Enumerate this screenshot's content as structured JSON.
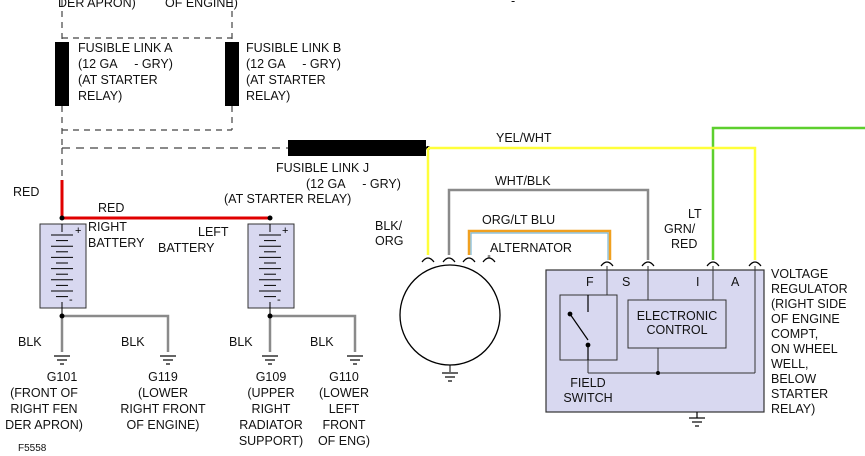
{
  "top_labels": {
    "left": "DER APRON)",
    "right": "OF ENGINE)",
    "dash": "-"
  },
  "fusible_link_a": {
    "lines": [
      "FUSIBLE LINK A",
      "(12 GA     - GRY)",
      "(AT STARTER",
      "RELAY)"
    ]
  },
  "fusible_link_b": {
    "lines": [
      "FUSIBLE LINK B",
      "(12 GA     - GRY)",
      "(AT STARTER",
      "RELAY)"
    ]
  },
  "fusible_link_j": {
    "lines": [
      "FUSIBLE LINK J",
      "(12 GA     - GRY)",
      "(AT STARTER RELAY)"
    ]
  },
  "wires": {
    "yel_wht": "YEL/WHT",
    "wht_blk": "WHT/BLK",
    "org_lt_blu": "ORG/LT BLU",
    "alternator": "ALTERNATOR",
    "lt_grn_red": [
      "LT",
      "GRN/",
      "RED"
    ],
    "blk_org": [
      "BLK/",
      "ORG"
    ],
    "red_vertical": "RED",
    "red_horizontal": "RED"
  },
  "batteries": {
    "right": [
      "RIGHT",
      "BATTERY"
    ],
    "left": [
      "LEFT",
      "BATTERY"
    ],
    "plus": "+",
    "minus": "-"
  },
  "grounds": [
    {
      "wire": "BLK",
      "id": "G101",
      "desc": [
        "(FRONT OF",
        "RIGHT FEN",
        "DER APRON)"
      ]
    },
    {
      "wire": "BLK",
      "id": "G119",
      "desc": [
        "(LOWER",
        "RIGHT FRONT",
        "OF ENGINE)"
      ]
    },
    {
      "wire": "BLK",
      "id": "G109",
      "desc": [
        "(UPPER",
        "RIGHT",
        "RADIATOR",
        "SUPPORT)"
      ]
    },
    {
      "wire": "BLK",
      "id": "G110",
      "desc": [
        "(LOWER",
        "LEFT",
        "FRONT",
        "OF ENG)"
      ]
    }
  ],
  "regulator": {
    "terminals": {
      "f": "F",
      "s": "S",
      "i": "I",
      "a": "A"
    },
    "electronic_control": [
      "ELECTRONIC",
      "CONTROL"
    ],
    "field_switch": [
      "FIELD",
      "SWITCH"
    ],
    "title": [
      "VOLTAGE",
      "REGULATOR",
      "(RIGHT SIDE",
      "OF ENGINE",
      "COMPT,",
      "ON WHEEL",
      "WELL,",
      "BELOW",
      "STARTER",
      "RELAY)"
    ]
  },
  "footer_code": "F5558",
  "colors": {
    "red": "#e00000",
    "yellow": "#ffff3a",
    "green": "#5dcf2e",
    "gray": "#8a8a8a",
    "orange": "#f0a020",
    "light_blue": "#7ab8d8",
    "battery_fill": "#d8d8f0",
    "regulator_fill": "#d8d8f0",
    "black": "#000000"
  }
}
